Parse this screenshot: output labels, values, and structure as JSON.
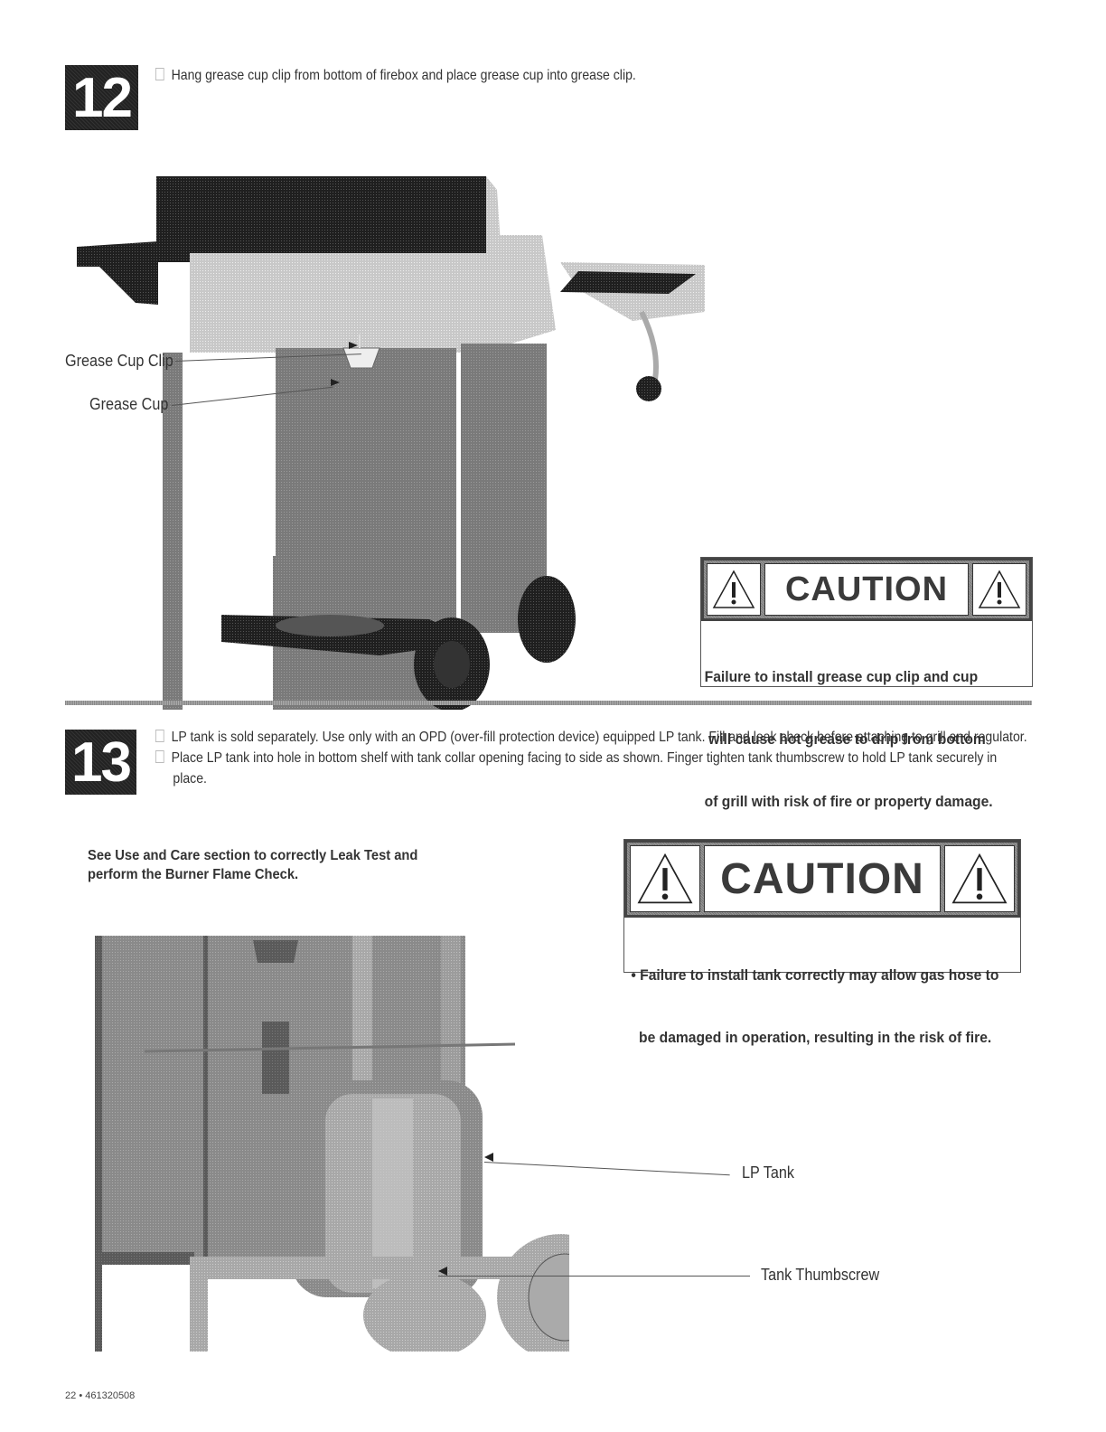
{
  "step12": {
    "number": "12",
    "instructions": [
      "Hang grease cup clip from bottom of firebox and place grease cup into grease clip."
    ],
    "callouts": {
      "grease_cup_clip": "Grease Cup Clip",
      "grease_cup": "Grease Cup"
    },
    "caution": {
      "title": "CAUTION",
      "lines": [
        "Failure to install grease cup clip and cup",
        " will cause hot grease to drip from bottom",
        "of grill with risk of fire or property damage."
      ]
    }
  },
  "step13": {
    "number": "13",
    "instructions": [
      "LP tank is sold separately. Use only with an OPD (over-fill protection device) equipped LP tank. Fill and leak check before attaching to grill and regulator.",
      "Place LP tank into hole in bottom shelf with tank collar opening facing to side as shown. Finger tighten tank thumbscrew to hold LP tank securely in place."
    ],
    "note_lines": [
      "See Use and Care section to correctly Leak Test and",
      "perform the Burner Flame Check."
    ],
    "callouts": {
      "lp_tank": "LP Tank",
      "tank_thumbscrew": "Tank Thumbscrew"
    },
    "caution": {
      "title": "CAUTION",
      "lines": [
        "• Failure to install tank correctly may allow gas hose to",
        "  be damaged in operation, resulting in the risk of fire."
      ]
    }
  },
  "footer": {
    "page": "22",
    "separator": "•",
    "doc_number": "461320508"
  }
}
